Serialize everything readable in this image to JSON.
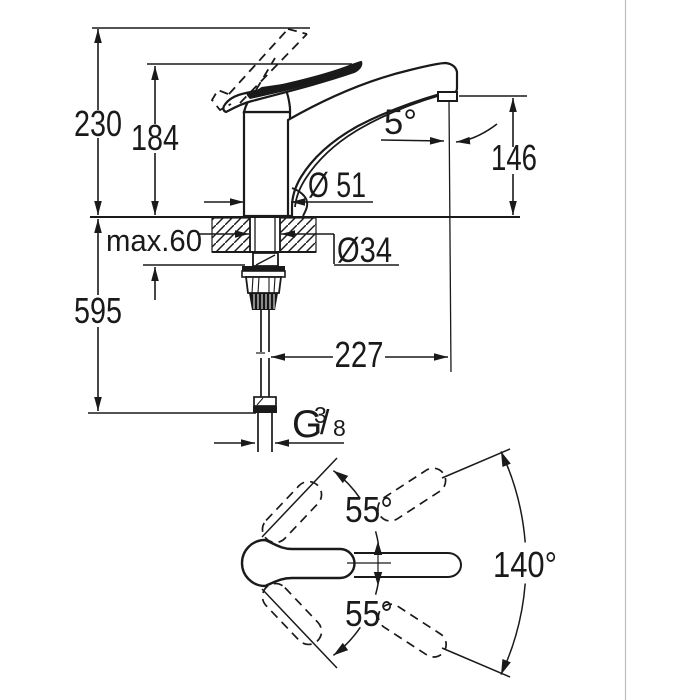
{
  "drawing": {
    "type": "faucet-technical-dimension-drawing",
    "line_color": "#1a1a1a",
    "background_color": "#ffffff",
    "side_view": {
      "overall_height": "230",
      "body_height": "184",
      "under_counter_length": "595",
      "max_counter_thickness": "max.60",
      "base_diameter": "Ø 51",
      "hole_diameter": "Ø34",
      "spout_outlet_angle": "5°",
      "outlet_height": "146",
      "spout_projection": "227",
      "thread_g": "G",
      "thread_numerator": "3",
      "thread_slash": "/",
      "thread_denominator": "8"
    },
    "top_view": {
      "swivel_upper": "55°",
      "swivel_lower": "55°",
      "swivel_total": "140°"
    }
  }
}
